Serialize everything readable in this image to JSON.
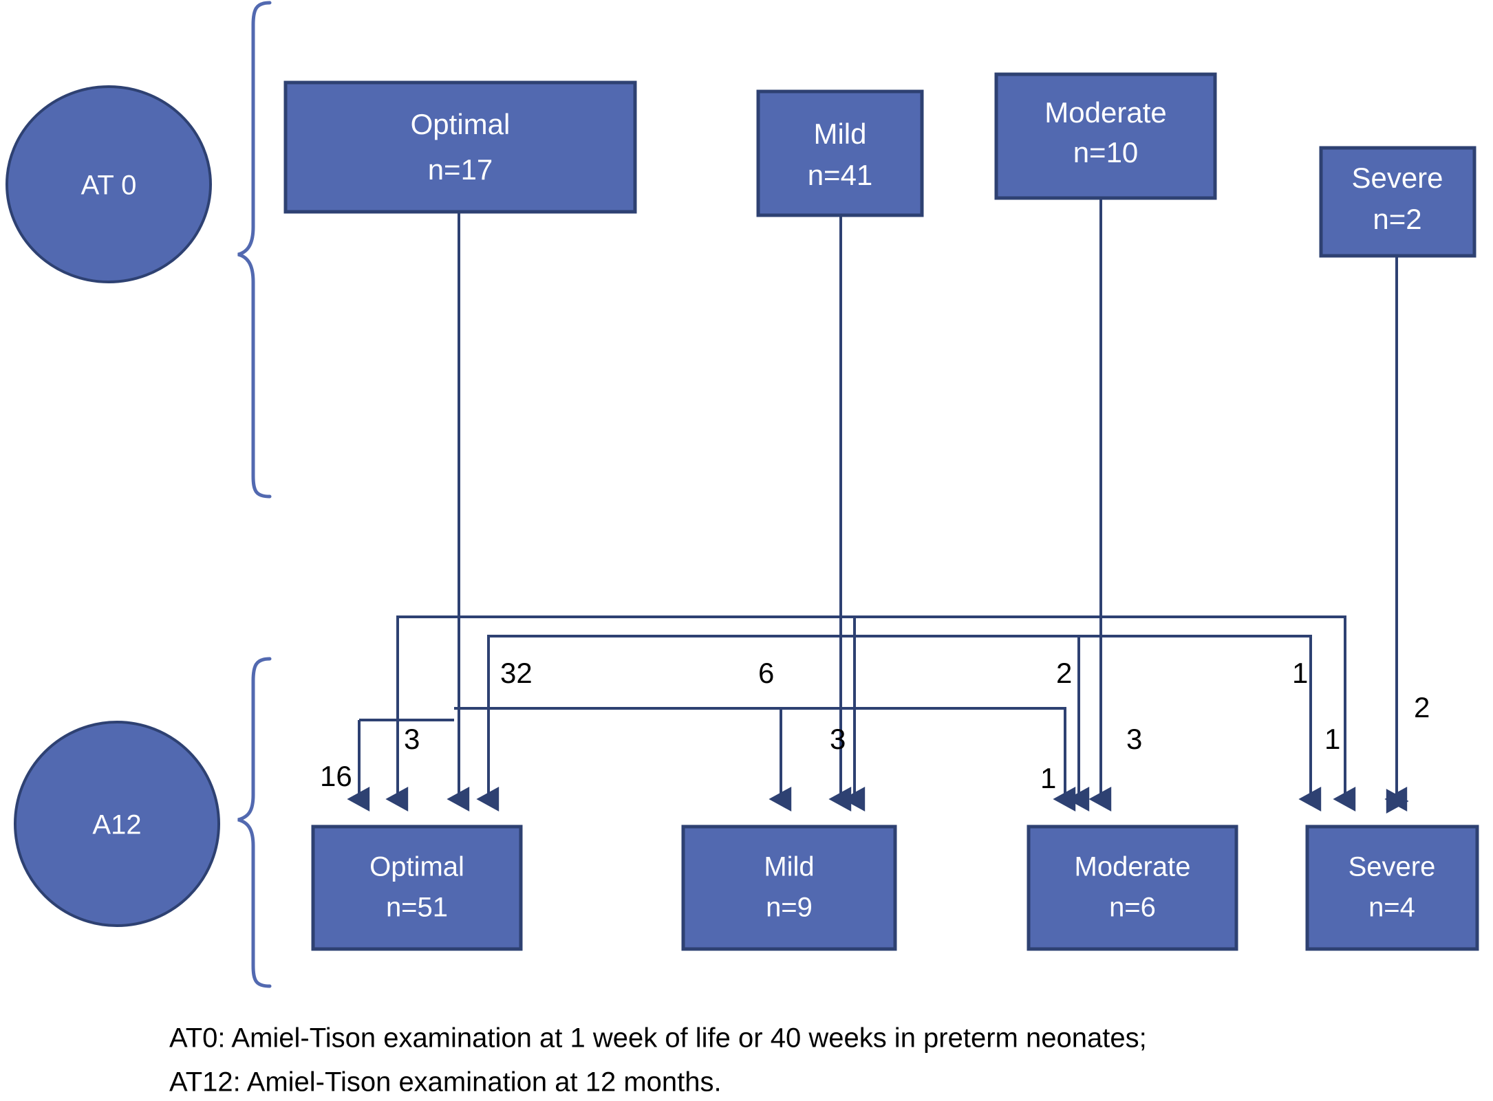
{
  "figure": {
    "title": "Amiel-Tison neurological examination transition flow diagram",
    "colors": {
      "node_fill": "#5269B0",
      "node_stroke": "#2E4172",
      "node_text": "#FFFFFF",
      "connector": "#2E4172",
      "brace": "#5269B0",
      "edge_label": "#000000",
      "background": "#FFFFFF"
    }
  },
  "stages": [
    {
      "id": "at0",
      "label": "AT 0"
    },
    {
      "id": "a12",
      "label": "A12"
    }
  ],
  "top_row": {
    "stage_label": "AT 0",
    "nodes": [
      {
        "id": "at0-optimal",
        "name": "Optimal",
        "count_label": "n=17"
      },
      {
        "id": "at0-mild",
        "name": "Mild",
        "count_label": "n=41"
      },
      {
        "id": "at0-moderate",
        "name": "Moderate",
        "count_label": "n=10"
      },
      {
        "id": "at0-severe",
        "name": "Severe",
        "count_label": "n=2"
      }
    ]
  },
  "bottom_row": {
    "stage_label": "A12",
    "nodes": [
      {
        "id": "a12-optimal",
        "name": "Optimal",
        "count_label": "n=51"
      },
      {
        "id": "a12-mild",
        "name": "Mild",
        "count_label": "n=9"
      },
      {
        "id": "a12-moderate",
        "name": "Moderate",
        "count_label": "n=6"
      },
      {
        "id": "a12-severe",
        "name": "Severe",
        "count_label": "n=4"
      }
    ]
  },
  "flows": [
    {
      "id": "flow-optimal-optimal",
      "from": "Optimal",
      "to": "Optimal",
      "value": "16"
    },
    {
      "id": "flow-mild-optimal",
      "from": "Mild",
      "to": "Optimal",
      "value": "32"
    },
    {
      "id": "flow-moderate-optimal",
      "from": "Moderate",
      "to": "Optimal",
      "value": "3"
    },
    {
      "id": "flow-optimal-mild",
      "from": "Optimal",
      "to": "Mild",
      "value": "1"
    },
    {
      "id": "flow-mild-mild",
      "from": "Mild",
      "to": "Mild",
      "value": "6"
    },
    {
      "id": "flow-moderate-mild",
      "from": "Moderate",
      "to": "Mild",
      "value": "3"
    },
    {
      "id": "flow-mild-moderate",
      "from": "Mild",
      "to": "Moderate",
      "value": "2"
    },
    {
      "id": "flow-moderate-moderate",
      "from": "Moderate",
      "to": "Moderate",
      "value": "3"
    },
    {
      "id": "flow-optimal-moderate",
      "from": "Optimal",
      "to": "Moderate",
      "value": "1"
    },
    {
      "id": "flow-mild-severe",
      "from": "Mild",
      "to": "Severe",
      "value": "1"
    },
    {
      "id": "flow-moderate-severe",
      "from": "Moderate",
      "to": "Severe",
      "value": "1"
    },
    {
      "id": "flow-severe-severe",
      "from": "Severe",
      "to": "Severe",
      "value": "2"
    }
  ],
  "edge_labels": [
    {
      "id": "label-16",
      "value": "16"
    },
    {
      "id": "label-3a",
      "value": "3"
    },
    {
      "id": "label-32",
      "value": "32"
    },
    {
      "id": "label-6",
      "value": "6"
    },
    {
      "id": "label-3b",
      "value": "3"
    },
    {
      "id": "label-2a",
      "value": "2"
    },
    {
      "id": "label-1a",
      "value": "1"
    },
    {
      "id": "label-3c",
      "value": "3"
    },
    {
      "id": "label-1b",
      "value": "1"
    },
    {
      "id": "label-1c",
      "value": "1"
    },
    {
      "id": "label-2b",
      "value": "2"
    }
  ],
  "caption": {
    "line1": "AT0: Amiel-Tison examination at 1 week of life or 40 weeks in preterm neonates;",
    "line2": "AT12: Amiel-Tison examination at 12 months."
  }
}
